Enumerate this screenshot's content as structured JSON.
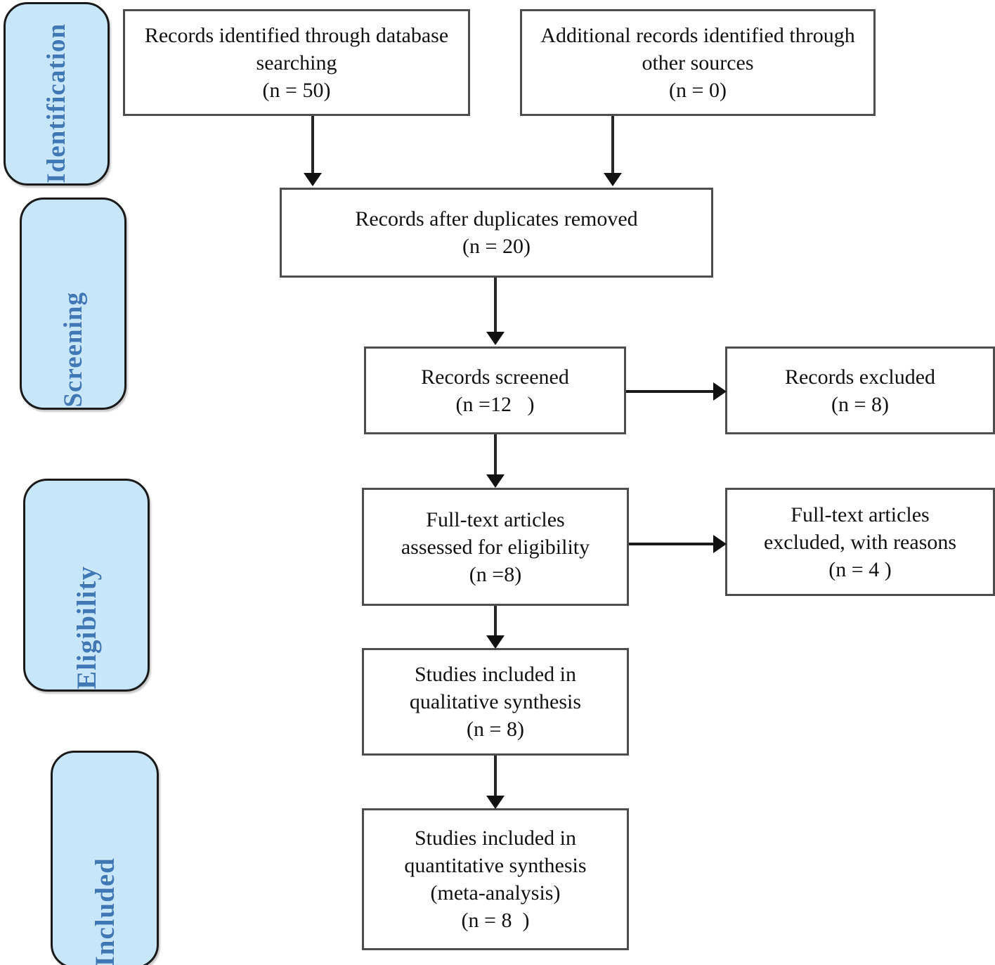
{
  "diagram": {
    "title": "PRISMA flow diagram",
    "colors": {
      "stage_fill": "#c7e6fa",
      "stage_border": "#1a1a1a",
      "stage_text": "#3f78b5",
      "box_border": "#4d4d4d",
      "box_fill": "#ffffff",
      "box_text": "#111111",
      "connector": "#1a1a1a"
    },
    "stages": [
      {
        "id": "identification",
        "label": "Identification"
      },
      {
        "id": "screening",
        "label": "Screening"
      },
      {
        "id": "eligibility",
        "label": "Eligibility"
      },
      {
        "id": "included",
        "label": "Included"
      }
    ],
    "boxes": {
      "db_search": {
        "line1": "Records identified through database",
        "line2": "searching",
        "line3": "(n = 50)"
      },
      "other_sources": {
        "line1": "Additional records identified through",
        "line2": "other sources",
        "line3": "(n = 0)"
      },
      "duplicates": {
        "line1": "Records after duplicates removed",
        "line2": "(n = 20)"
      },
      "screened": {
        "line1": "Records screened",
        "line2": "(n =12   )"
      },
      "records_excluded": {
        "line1": "Records excluded",
        "line2": "(n = 8)"
      },
      "fulltext_assessed": {
        "line1": "Full-text articles",
        "line2": "assessed for eligibility",
        "line3": "(n =8)"
      },
      "fulltext_excluded": {
        "line1": "Full-text articles",
        "line2": "excluded, with reasons",
        "line3": "(n = 4 )"
      },
      "qualitative": {
        "line1": "Studies included in",
        "line2": "qualitative synthesis",
        "line3": "(n = 8)"
      },
      "quantitative": {
        "line1": "Studies included in",
        "line2": "quantitative synthesis",
        "line3": "(meta-analysis)",
        "line4": "(n = 8  )"
      }
    },
    "counts": {
      "database_searching": 50,
      "other_sources": 0,
      "after_duplicates_removed": 20,
      "records_screened": 12,
      "records_excluded": 8,
      "fulltext_assessed": 8,
      "fulltext_excluded": 4,
      "qualitative_synthesis": 8,
      "quantitative_synthesis": 8
    }
  }
}
